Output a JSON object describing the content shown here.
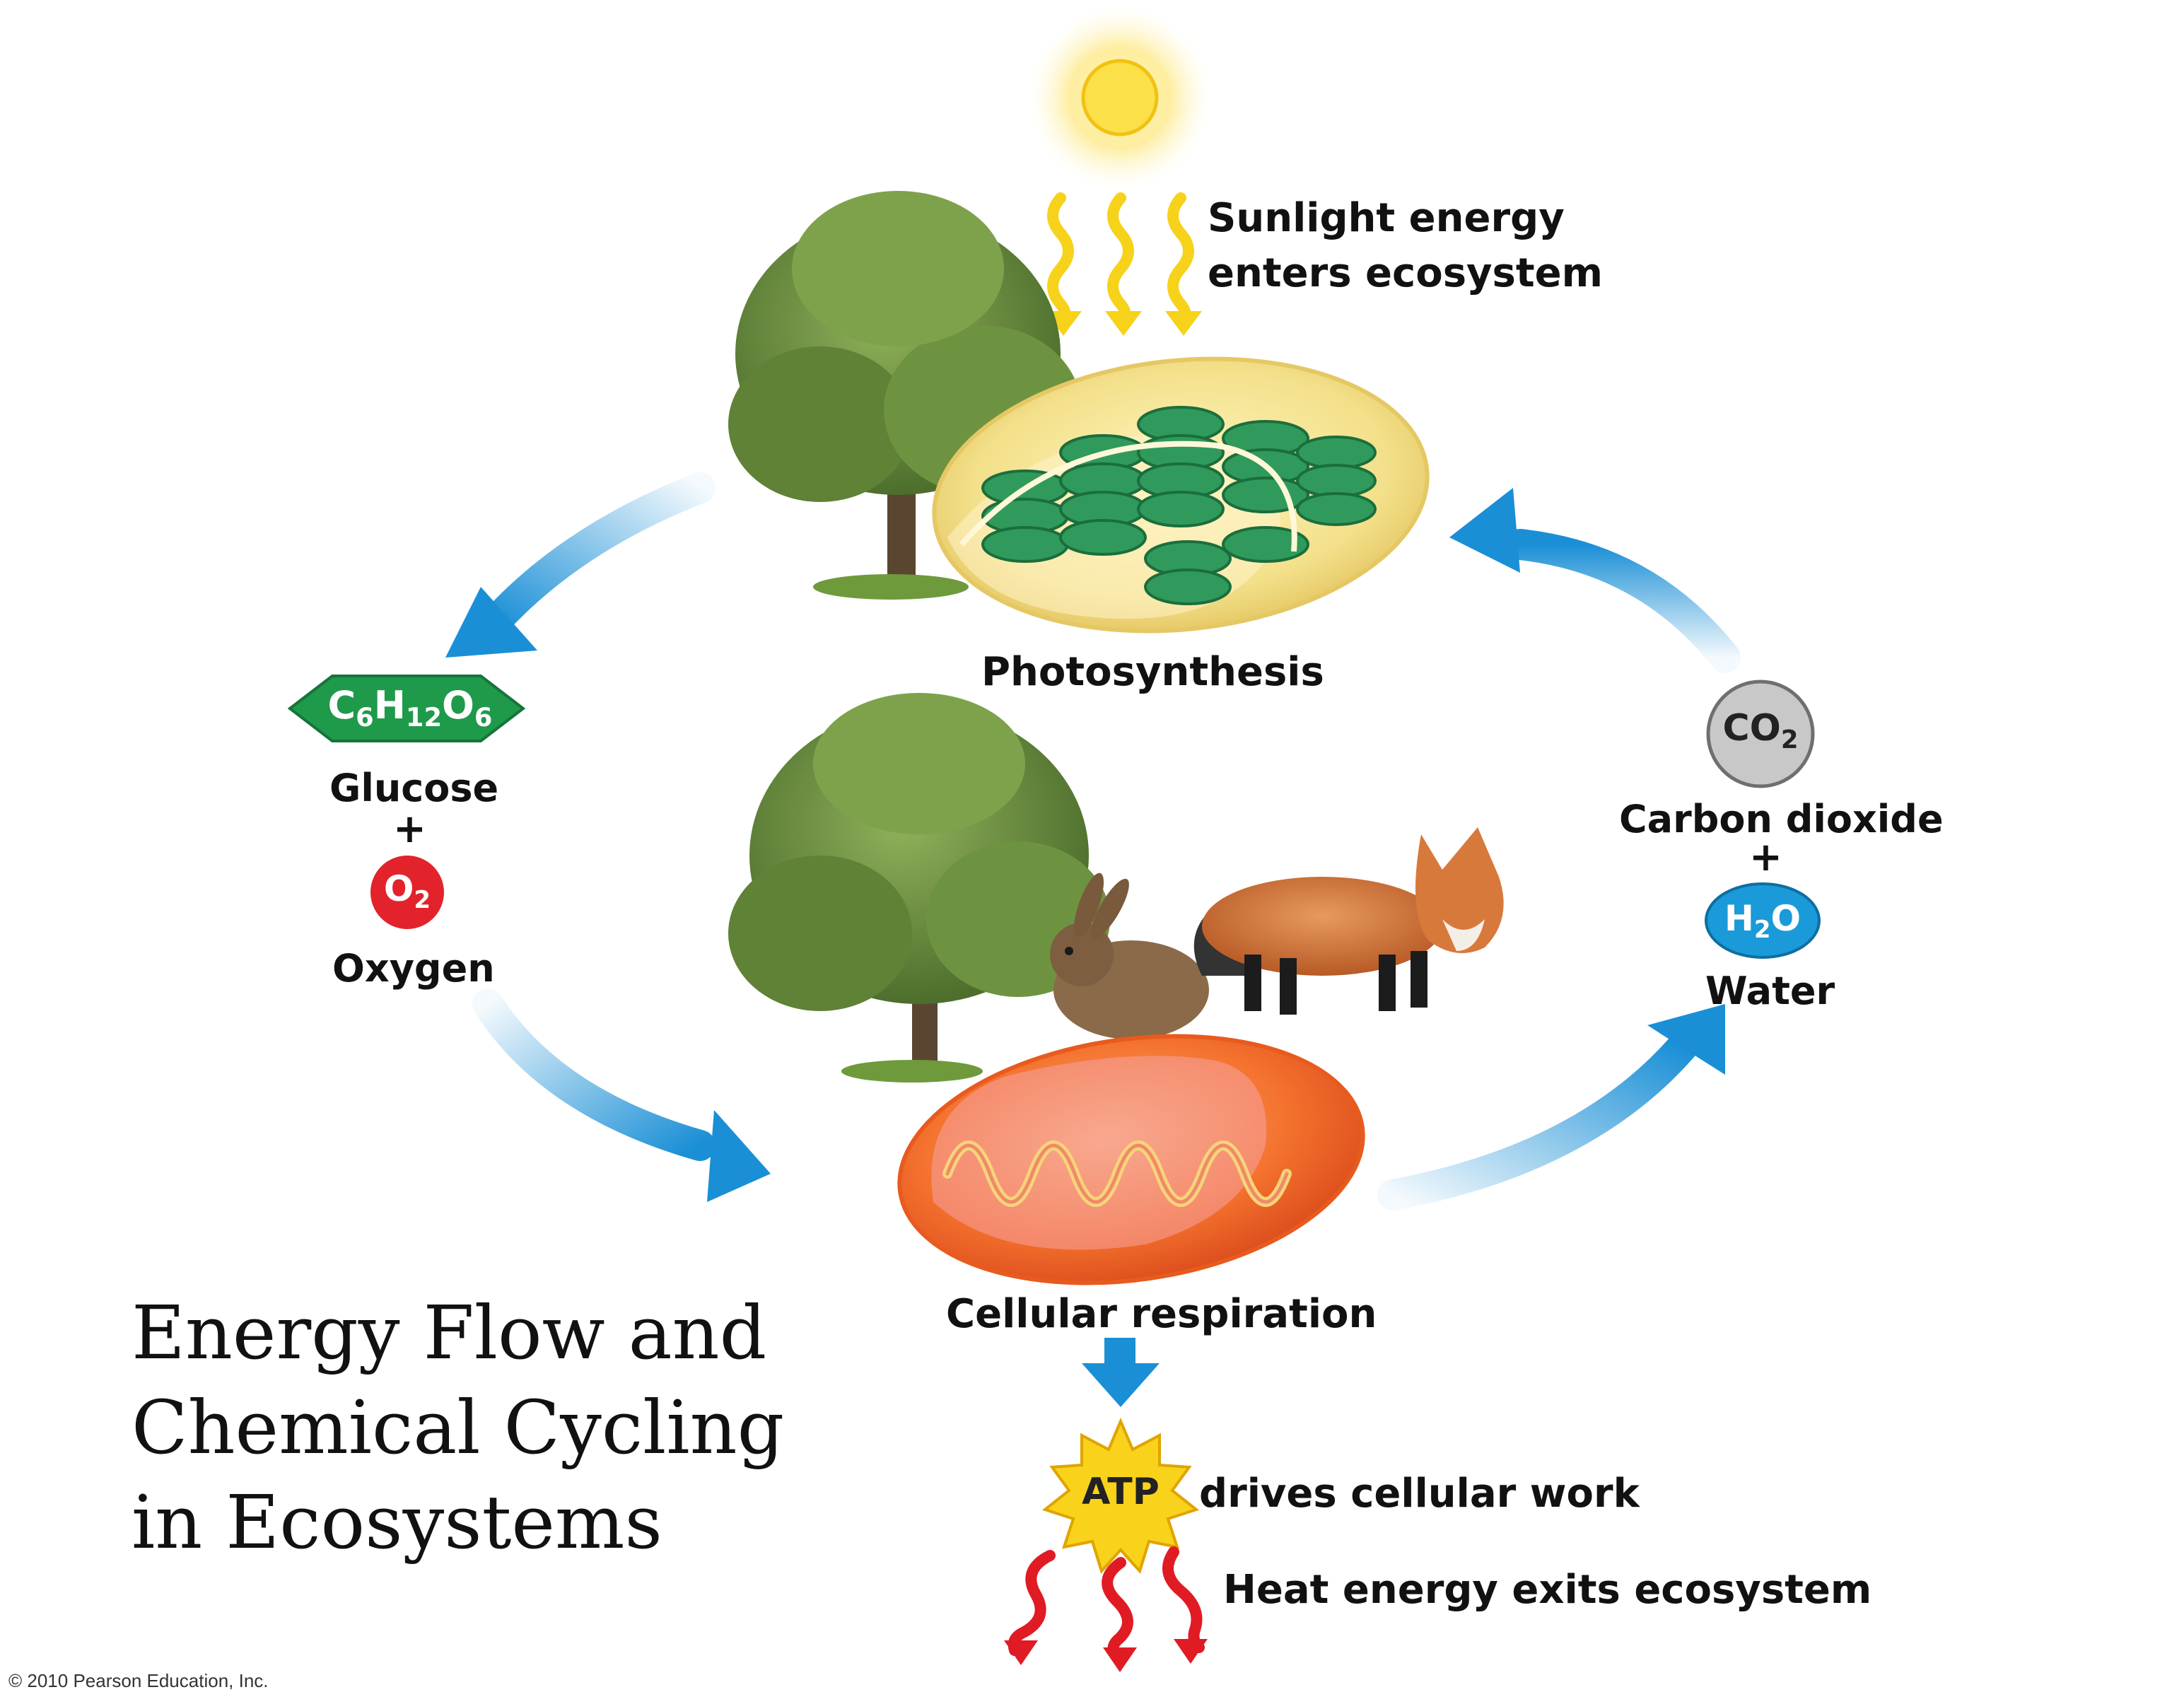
{
  "diagram": {
    "sunlight_line1": "Sunlight energy",
    "sunlight_line2": "enters ecosystem",
    "photosynthesis": "Photosynthesis",
    "cellular_respiration": "Cellular respiration",
    "glucose": {
      "formula": {
        "c": "C",
        "c_sub": "6",
        "h": "H",
        "h_sub": "12",
        "o": "O",
        "o_sub": "6"
      },
      "name": "Glucose"
    },
    "plus": "+",
    "oxygen": {
      "formula": {
        "o": "O",
        "o_sub": "2"
      },
      "name": "Oxygen"
    },
    "carbon_dioxide": {
      "formula": {
        "co": "CO",
        "co_sub": "2"
      },
      "name": "Carbon dioxide"
    },
    "water": {
      "formula": {
        "h": "H",
        "h_sub": "2",
        "o": "O"
      },
      "name": "Water"
    },
    "atp": {
      "label": "ATP",
      "text": "drives cellular work"
    },
    "heat": "Heat energy exits ecosystem"
  },
  "title": {
    "line1": "Energy Flow and",
    "line2": "Chemical Cycling",
    "line3": "in Ecosystems"
  },
  "copyright": "© 2010 Pearson Education, Inc.",
  "icons": [
    "sun-icon",
    "sunlight-squiggle-icon",
    "tree-icon",
    "chloroplast-icon",
    "mitochondrion-icon",
    "rabbit-icon",
    "fox-icon",
    "cycle-arrow-icon",
    "heat-squiggle-icon",
    "atp-starburst-icon"
  ],
  "colors": {
    "arrow_blue": "#1a8fd6",
    "glucose_green": "#1f9a4a",
    "oxygen_red": "#e2232b",
    "water_blue": "#1a9ad8",
    "co2_gray": "#c8c8c8",
    "sun_yellow": "#f7d21a",
    "atp_yellow": "#f9d21c",
    "heat_red": "#e01b24",
    "chloroplast_green": "#2f9a5c",
    "mitochondrion_orange": "#f26a2a"
  }
}
